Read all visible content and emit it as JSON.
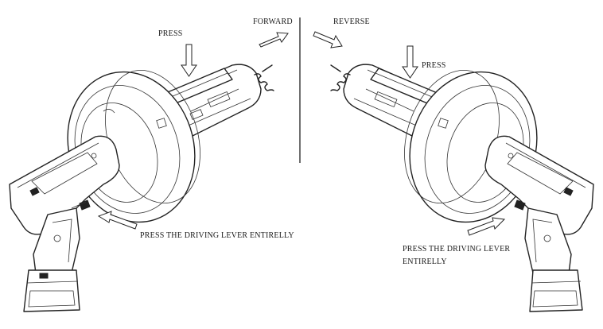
{
  "labels": {
    "press_left": "PRESS",
    "forward": "FORWARD",
    "reverse": "REVERSE",
    "press_right": "PRESS",
    "lever_left": "PRESS THE DRIVING LEVER ENTIRELLY",
    "lever_right_line1": "PRESS THE DRIVING LEVER",
    "lever_right_line2": "ENTIRELLY"
  }
}
